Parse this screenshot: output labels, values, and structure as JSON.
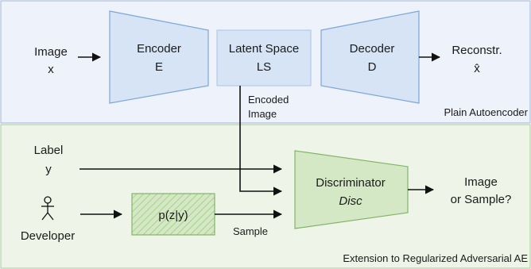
{
  "top_panel": {
    "caption": "Plain Autoencoder",
    "fill": "#eef2fb",
    "stroke": "#9fb3d8"
  },
  "bottom_panel": {
    "caption": "Extension to Regularized Adversarial AE",
    "fill": "#eef5e8",
    "stroke": "#a9c79a"
  },
  "nodes": {
    "image_input": {
      "line1": "Image",
      "line2": "x"
    },
    "encoder": {
      "line1": "Encoder",
      "line2": "E",
      "fill": "#d6e4f6",
      "stroke": "#7ea6d8"
    },
    "latent": {
      "line1": "Latent Space",
      "line2": "LS",
      "fill": "#d6e4f6",
      "stroke": "#a9c3e8"
    },
    "decoder": {
      "line1": "Decoder",
      "line2": "D",
      "fill": "#d6e4f6",
      "stroke": "#7ea6d8"
    },
    "reconstruction": {
      "line1": "Reconstr.",
      "line2": "x̂"
    },
    "label": {
      "line1": "Label",
      "line2": "y"
    },
    "developer": {
      "line1": "Developer"
    },
    "prior": {
      "line1": "p(z|y)",
      "fill": "#d5e8c6",
      "stroke": "#82b366"
    },
    "discriminator": {
      "line1": "Discriminator",
      "line2": "Disc",
      "fill": "#d5e8c6",
      "stroke": "#82b366"
    },
    "output": {
      "line1": "Image",
      "line2": "or Sample?"
    }
  },
  "edges": {
    "encoded_label_1": "Encoded",
    "encoded_label_2": "Image",
    "sample_label": "Sample"
  }
}
